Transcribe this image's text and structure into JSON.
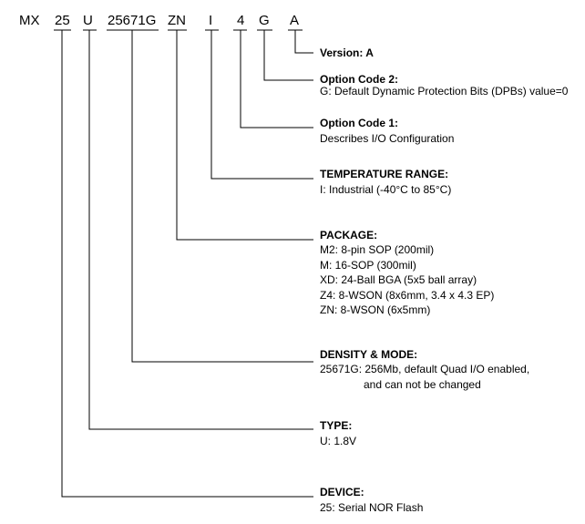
{
  "part_number": {
    "segments": [
      "MX",
      "25",
      "U",
      "25671G",
      "ZN",
      "I",
      "4",
      "G",
      "A"
    ]
  },
  "fields": [
    {
      "key": "version",
      "heading": "Version: A",
      "lines": []
    },
    {
      "key": "option-code-2",
      "heading": "Option Code 2:",
      "lines": [
        "G: Default Dynamic Protection Bits (DPBs) value=0"
      ]
    },
    {
      "key": "option-code-1",
      "heading": "Option Code 1:",
      "lines": [
        "Describes I/O Configuration"
      ]
    },
    {
      "key": "temperature-range",
      "heading": "TEMPERATURE RANGE:",
      "lines": [
        "I: Industrial (-40°C to 85°C)"
      ]
    },
    {
      "key": "package",
      "heading": "PACKAGE:",
      "lines": [
        "M2: 8-pin SOP (200mil)",
        "M:  16-SOP (300mil)",
        "XD: 24-Ball BGA (5x5 ball array)",
        "Z4:  8-WSON (8x6mm, 3.4 x 4.3 EP)",
        "ZN: 8-WSON (6x5mm)"
      ]
    },
    {
      "key": "density-mode",
      "heading": "DENSITY & MODE:",
      "lines": [
        "25671G: 256Mb, default Quad I/O enabled,",
        "and can not be changed"
      ]
    },
    {
      "key": "type",
      "heading": "TYPE:",
      "lines": [
        "U: 1.8V"
      ]
    },
    {
      "key": "device",
      "heading": "DEVICE:",
      "lines": [
        "25: Serial NOR Flash"
      ]
    }
  ]
}
